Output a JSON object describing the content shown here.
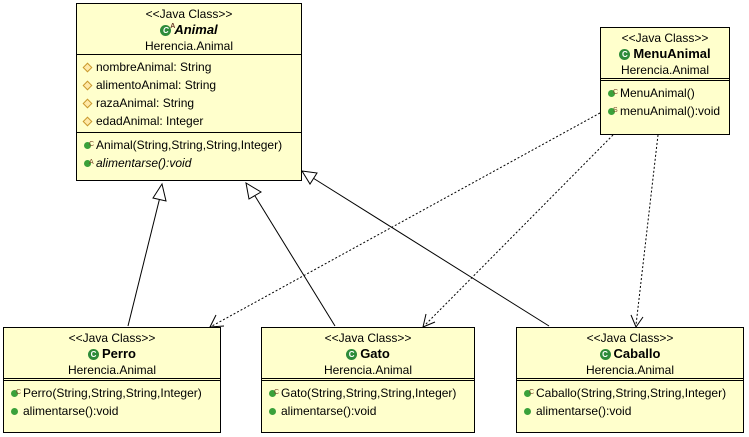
{
  "classes": {
    "animal": {
      "stereotype": "<<Java Class>>",
      "name": "Animal",
      "package": "Herencia.Animal",
      "class_icon_mark": "A",
      "fields": [
        {
          "text": "nombreAnimal: String",
          "icon": "protected-field-icon"
        },
        {
          "text": "alimentoAnimal: String",
          "icon": "protected-field-icon"
        },
        {
          "text": "razaAnimal: String",
          "icon": "protected-field-icon"
        },
        {
          "text": "edadAnimal: Integer",
          "icon": "protected-field-icon"
        }
      ],
      "methods": [
        {
          "text": "Animal(String,String,String,Integer)",
          "mark": "C"
        },
        {
          "text": "alimentarse():void",
          "mark": "A"
        }
      ]
    },
    "menu_animal": {
      "stereotype": "<<Java Class>>",
      "name": "MenuAnimal",
      "package": "Herencia.Animal",
      "methods": [
        {
          "text": "MenuAnimal()",
          "mark": "C"
        },
        {
          "text": "menuAnimal():void",
          "mark": "S"
        }
      ]
    },
    "perro": {
      "stereotype": "<<Java Class>>",
      "name": "Perro",
      "package": "Herencia.Animal",
      "methods": [
        {
          "text": "Perro(String,String,String,Integer)",
          "mark": "C"
        },
        {
          "text": "alimentarse():void",
          "mark": ""
        }
      ]
    },
    "gato": {
      "stereotype": "<<Java Class>>",
      "name": "Gato",
      "package": "Herencia.Animal",
      "methods": [
        {
          "text": "Gato(String,String,String,Integer)",
          "mark": "C"
        },
        {
          "text": "alimentarse():void",
          "mark": ""
        }
      ]
    },
    "caballo": {
      "stereotype": "<<Java Class>>",
      "name": "Caballo",
      "package": "Herencia.Animal",
      "methods": [
        {
          "text": "Caballo(String,String,String,Integer)",
          "mark": "C"
        },
        {
          "text": "alimentarse():void",
          "mark": ""
        }
      ]
    }
  },
  "relations": [
    {
      "from": "perro",
      "to": "animal",
      "kind": "generalization"
    },
    {
      "from": "gato",
      "to": "animal",
      "kind": "generalization"
    },
    {
      "from": "caballo",
      "to": "animal",
      "kind": "generalization"
    },
    {
      "from": "menu_animal",
      "to": "perro",
      "kind": "dependency"
    },
    {
      "from": "menu_animal",
      "to": "gato",
      "kind": "dependency"
    },
    {
      "from": "menu_animal",
      "to": "caballo",
      "kind": "dependency"
    }
  ],
  "colors": {
    "class_fill": "#ffffcc",
    "class_icon": "#2e8b3a",
    "method_icon": "#3aa13a",
    "field_icon": "#c99a2e"
  }
}
